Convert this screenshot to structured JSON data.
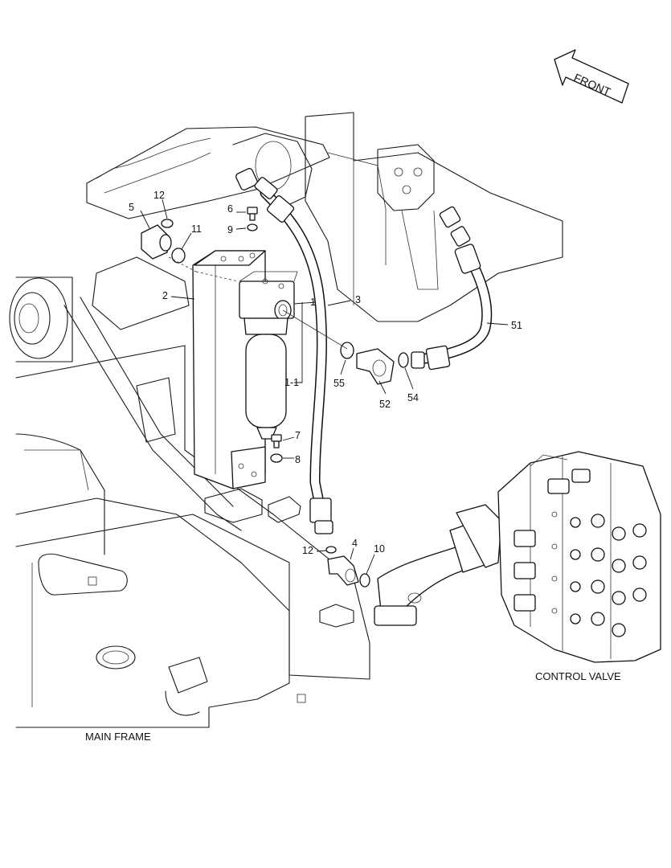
{
  "front_label": "FRONT",
  "captions": {
    "main_frame": "MAIN FRAME",
    "control_valve": "CONTROL VALVE"
  },
  "callouts": {
    "c1": "1",
    "c1_1": "1-1",
    "c2": "2",
    "c3": "3",
    "c4": "4",
    "c5": "5",
    "c6": "6",
    "c7": "7",
    "c8": "8",
    "c9": "9",
    "c10": "10",
    "c11": "11",
    "c12a": "12",
    "c12b": "12",
    "c51": "51",
    "c52": "52",
    "c54": "54",
    "c55": "55"
  }
}
